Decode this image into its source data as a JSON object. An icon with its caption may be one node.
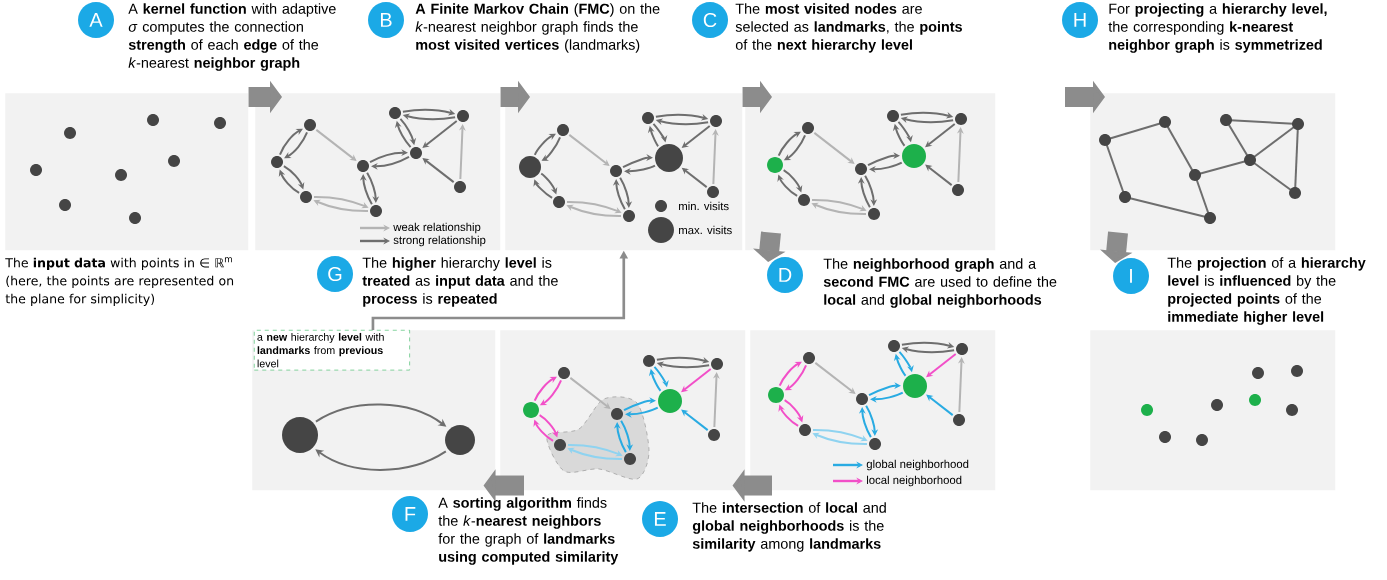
{
  "diagram": {
    "nodes": [
      {
        "text": [
          "A",
          "A **kernel function** with adaptive *σ* computes the connection **strength** of each **edge** of the *k*-nearest **neighbor graph**"
        ]
      },
      {
        "text": [
          "B",
          "**A Finite Markov Chain** (**FMC**) on the *k*-nearest neighbor graph finds the **most visited vertices** (landmarks)"
        ]
      },
      {
        "text": [
          "C",
          "The **most visited nodes** are selected as **landmarks**, the **points** of the **next hierarchy level**"
        ]
      },
      {
        "text": [
          "H",
          "For **projecting** a **hierarchy level,** the corresponding **k-nearest neighbor graph** is **symmetrized**"
        ]
      },
      {
        "text": [],
        "shape": "box"
      },
      {
        "text": [],
        "shape": "box"
      },
      {
        "text": [],
        "shape": "box"
      },
      {
        "text": [],
        "shape": "box"
      },
      {
        "text": [],
        "shape": "box"
      },
      {
        "text": [
          "G",
          "The **higher** hierarchy **level** is **treated** as **input data** and the **process** is **repeated**"
        ]
      },
      {
        "text": [
          "D",
          "The **neighborhood graph** and a **second FMC** are used to define the **local** and **global neighborhoods**"
        ]
      },
      {
        "text": [
          "I",
          "The **projection** of a **hierarchy level** is **influenced** by the **projected points** of the **immediate higher level**"
        ]
      },
      {
        "text": [],
        "shape": "box"
      },
      {
        "text": [
          "a **new** hierarchy **level** with **landmarks** from **previous** level"
        ],
        "in": 12
      },
      {
        "text": [],
        "shape": "box"
      },
      {
        "text": [],
        "shape": "box"
      },
      {
        "text": [],
        "shape": "box"
      },
      {
        "text": [
          "F",
          "A **sorting algorithm** finds the *k*-**nearest neighbors** for the graph of **landmarks using computed similarity**"
        ]
      },
      {
        "text": [
          "E",
          "The **intersection** of **local** and **global neighborhoods** is the **similarity** among **landmarks**"
        ]
      }
    ],
    "edges": [
      {
        "from": 4,
        "to": 5,
        "arrow": "to"
      },
      {
        "from": 5,
        "to": 6,
        "arrow": "to"
      },
      {
        "from": 6,
        "to": 7,
        "arrow": "to"
      },
      {
        "from": null,
        "to": 8,
        "arrow": "to"
      },
      {
        "from": 7,
        "to": 10,
        "arrow": "to"
      },
      {
        "from": 8,
        "to": 11,
        "arrow": "to"
      },
      {
        "from": 15,
        "to": 14,
        "arrow": "to"
      },
      {
        "from": 14,
        "to": 12,
        "arrow": "to"
      },
      {
        "from": 13,
        "to": 6,
        "arrow": "to"
      }
    ],
    "labels": [
      "The **input data** with points in ∈ ℝ$^{m}$ (here, the points are represented on the plane for simplicity)"
    ],
    "legend": [
      {
        "text": "weak relationship"
      },
      {
        "text": "strong relationship"
      },
      {
        "text": "min. visits"
      },
      {
        "text": "max. visits"
      },
      {
        "text": "global neighborhood"
      },
      {
        "text": "local neighborhood"
      }
    ]
  }
}
